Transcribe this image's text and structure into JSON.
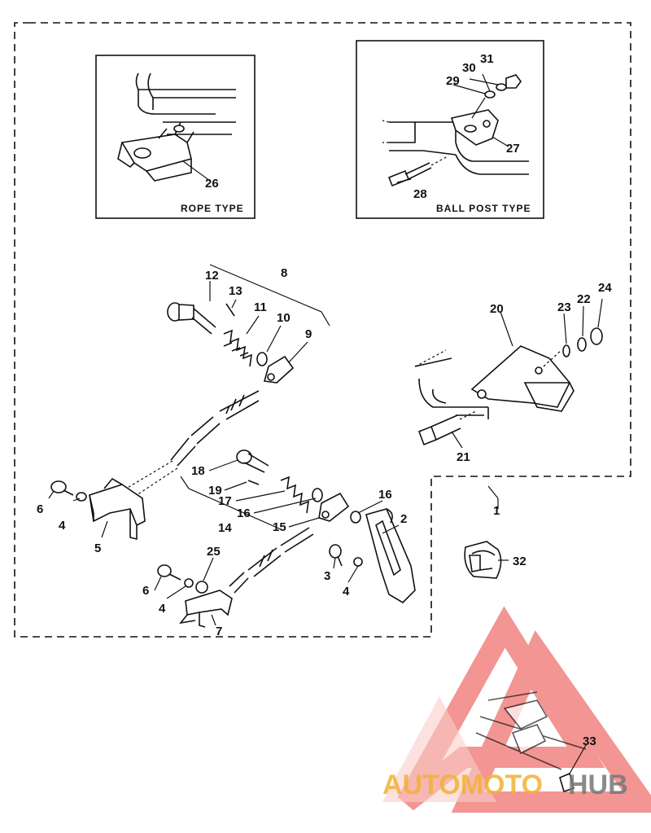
{
  "insets": {
    "rope": {
      "label": "ROPE TYPE",
      "part": "26"
    },
    "ball_post": {
      "label": "BALL POST TYPE",
      "parts": [
        "27",
        "28",
        "29",
        "30",
        "31"
      ]
    }
  },
  "callouts": {
    "c1": "1",
    "c2": "2",
    "c3": "3",
    "c4a": "4",
    "c4b": "4",
    "c4c": "4",
    "c5": "5",
    "c6a": "6",
    "c6b": "6",
    "c7": "7",
    "c8": "8",
    "c9": "9",
    "c10": "10",
    "c11": "11",
    "c12": "12",
    "c13": "13",
    "c14": "14",
    "c15": "15",
    "c16a": "16",
    "c16b": "16",
    "c17": "17",
    "c18": "18",
    "c19": "19",
    "c20": "20",
    "c21": "21",
    "c22": "22",
    "c23": "23",
    "c24": "24",
    "c25": "25",
    "c26": "26",
    "c27": "27",
    "c28": "28",
    "c29": "29",
    "c30": "30",
    "c31": "31",
    "c32": "32",
    "c33": "33"
  },
  "watermark": {
    "text_left": "AUTOMOTO",
    "text_right": "HUB",
    "color_red": "#e8403c",
    "color_orange": "#f2b233",
    "color_gray": "#777777"
  }
}
